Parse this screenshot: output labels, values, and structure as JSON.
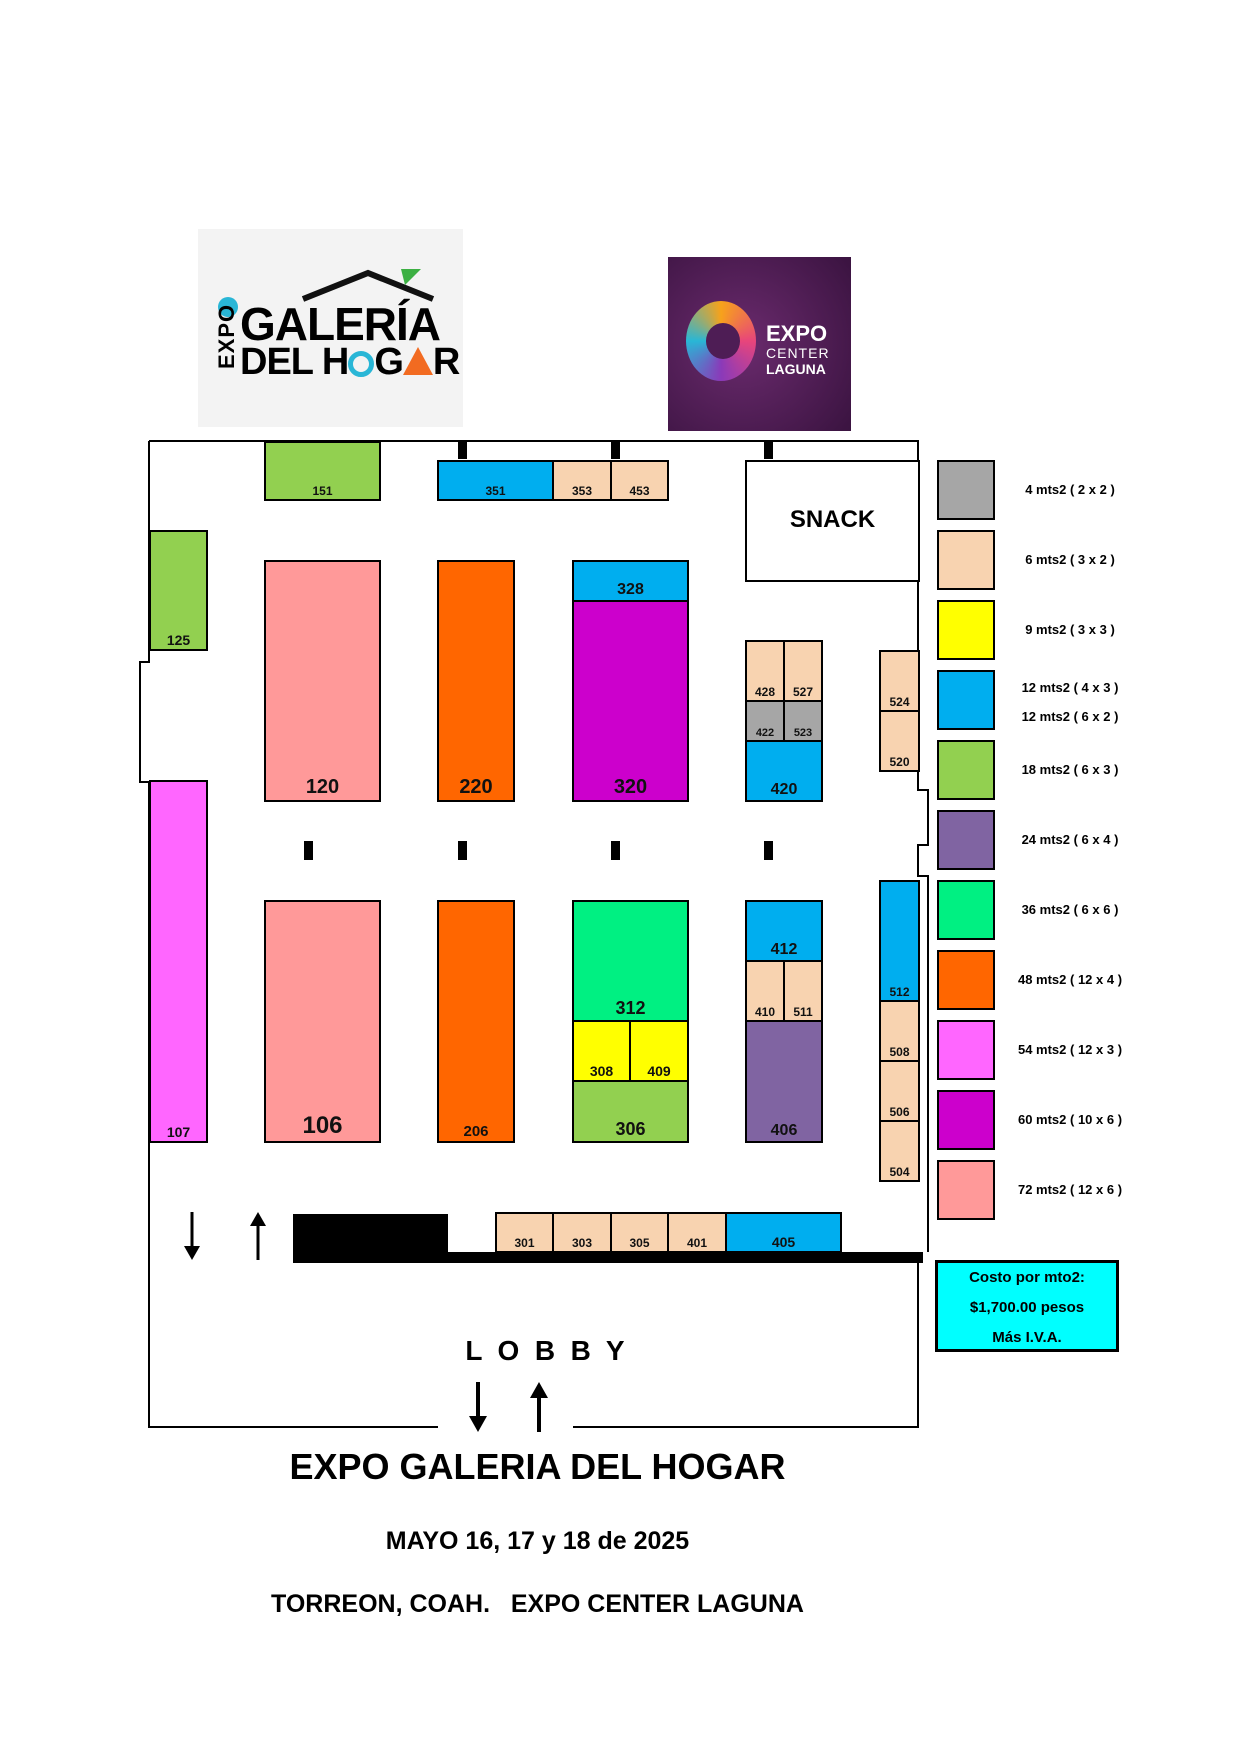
{
  "logos": {
    "left": {
      "line1": "GALERÍA",
      "line2_a": "DEL H",
      "line2_b": "G",
      "line2_c": "R",
      "vertical": "EXPO"
    },
    "right": {
      "line1": "EXPO",
      "line2": "CENTER",
      "line3": "LAGUNA"
    }
  },
  "booths": {
    "b151": "151",
    "b351": "351",
    "b353": "353",
    "b453": "453",
    "b125": "125",
    "b120": "120",
    "b220": "220",
    "b328": "328",
    "b320": "320",
    "b428": "428",
    "b527": "527",
    "b422": "422",
    "b523": "523",
    "b420": "420",
    "b524": "524",
    "b520": "520",
    "b107": "107",
    "b106": "106",
    "b206": "206",
    "b312": "312",
    "b308": "308",
    "b409": "409",
    "b306": "306",
    "b412": "412",
    "b410": "410",
    "b511": "511",
    "b406": "406",
    "b512": "512",
    "b508": "508",
    "b506": "506",
    "b504": "504",
    "b301": "301",
    "b303": "303",
    "b305": "305",
    "b401": "401",
    "b405": "405"
  },
  "snack": "SNACK",
  "lobby": "L  O  B  B  Y",
  "legend": [
    {
      "label": "4 mts2 ( 2 x 2 )",
      "color": "#a6a6a6"
    },
    {
      "label": "6 mts2 ( 3 x 2 )",
      "color": "#f8d3b0"
    },
    {
      "label": "9 mts2 ( 3 x 3 )",
      "color": "#ffff00"
    },
    {
      "label": "12 mts2 ( 4 x 3 )",
      "label2": "12 mts2 ( 6 x 2 )",
      "color": "#00aeef"
    },
    {
      "label": "18 mts2 ( 6 x 3 )",
      "color": "#92d050"
    },
    {
      "label": "24 mts2 ( 6 x 4 )",
      "color": "#8064a2"
    },
    {
      "label": "36 mts2 ( 6 x 6 )",
      "color": "#00f082"
    },
    {
      "label": "48 mts2 ( 12 x 4 )",
      "color": "#ff6600"
    },
    {
      "label": "54 mts2 ( 12 x 3 )",
      "color": "#ff66ff"
    },
    {
      "label": "60 mts2 ( 10 x 6 )",
      "color": "#cc00cc"
    },
    {
      "label": "72 mts2 ( 12 x 6 )",
      "color": "#ff9999"
    }
  ],
  "price": {
    "line1": "Costo por mto2:",
    "line2": "$1,700.00 pesos",
    "line3": "Más I.V.A."
  },
  "footer": {
    "title": "EXPO GALERIA DEL HOGAR",
    "dates": "MAYO 16, 17 y 18 de 2025",
    "place": "TORREON, COAH.   EXPO CENTER LAGUNA"
  }
}
